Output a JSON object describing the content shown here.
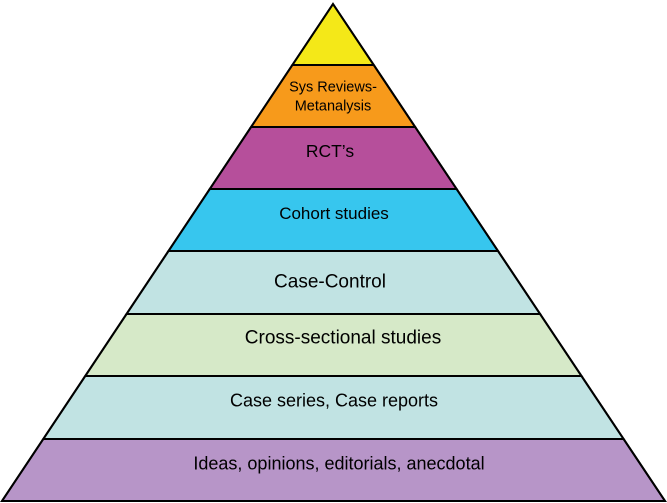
{
  "diagram": {
    "tiers": [
      {
        "label_lines": [],
        "color": "#f4e818"
      },
      {
        "label_lines": [
          "Sys Reviews-",
          "Metanalysis"
        ],
        "color": "#f79a1b"
      },
      {
        "label_lines": [
          "RCT’s"
        ],
        "color": "#b64f9b"
      },
      {
        "label_lines": [
          "Cohort studies"
        ],
        "color": "#37c6ee"
      },
      {
        "label_lines": [
          "Case-Control"
        ],
        "color": "#c1e3e3"
      },
      {
        "label_lines": [
          "Cross-sectional studies"
        ],
        "color": "#d6e9c8"
      },
      {
        "label_lines": [
          "Case series, Case reports"
        ],
        "color": "#c1e3e3"
      },
      {
        "label_lines": [
          "Ideas, opinions, editorials, anecdotal"
        ],
        "color": "#b795c8"
      }
    ],
    "outline_color": "#000000"
  }
}
